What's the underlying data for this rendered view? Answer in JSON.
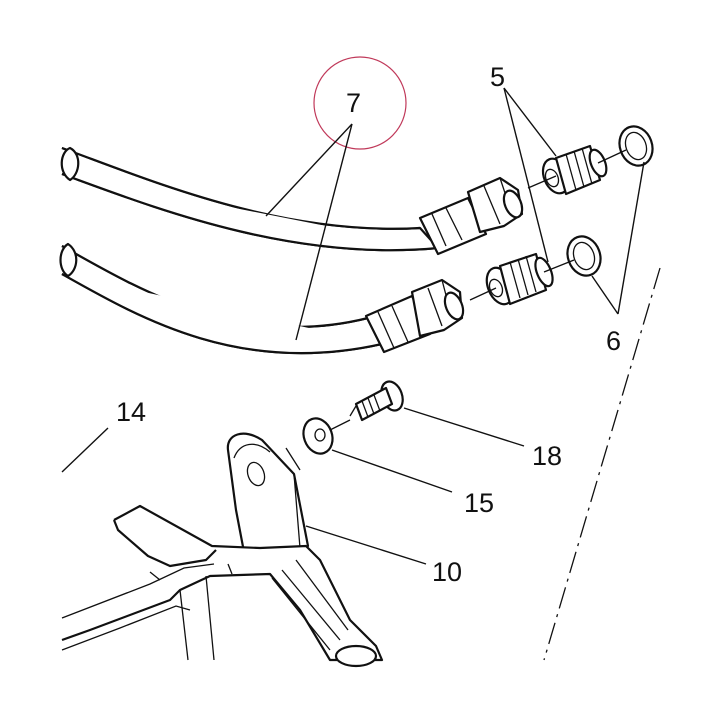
{
  "callouts": {
    "c5": "5",
    "c6": "6",
    "c7": "7",
    "c10": "10",
    "c14": "14",
    "c15": "15",
    "c18": "18"
  },
  "highlight_color": "#c0395a"
}
